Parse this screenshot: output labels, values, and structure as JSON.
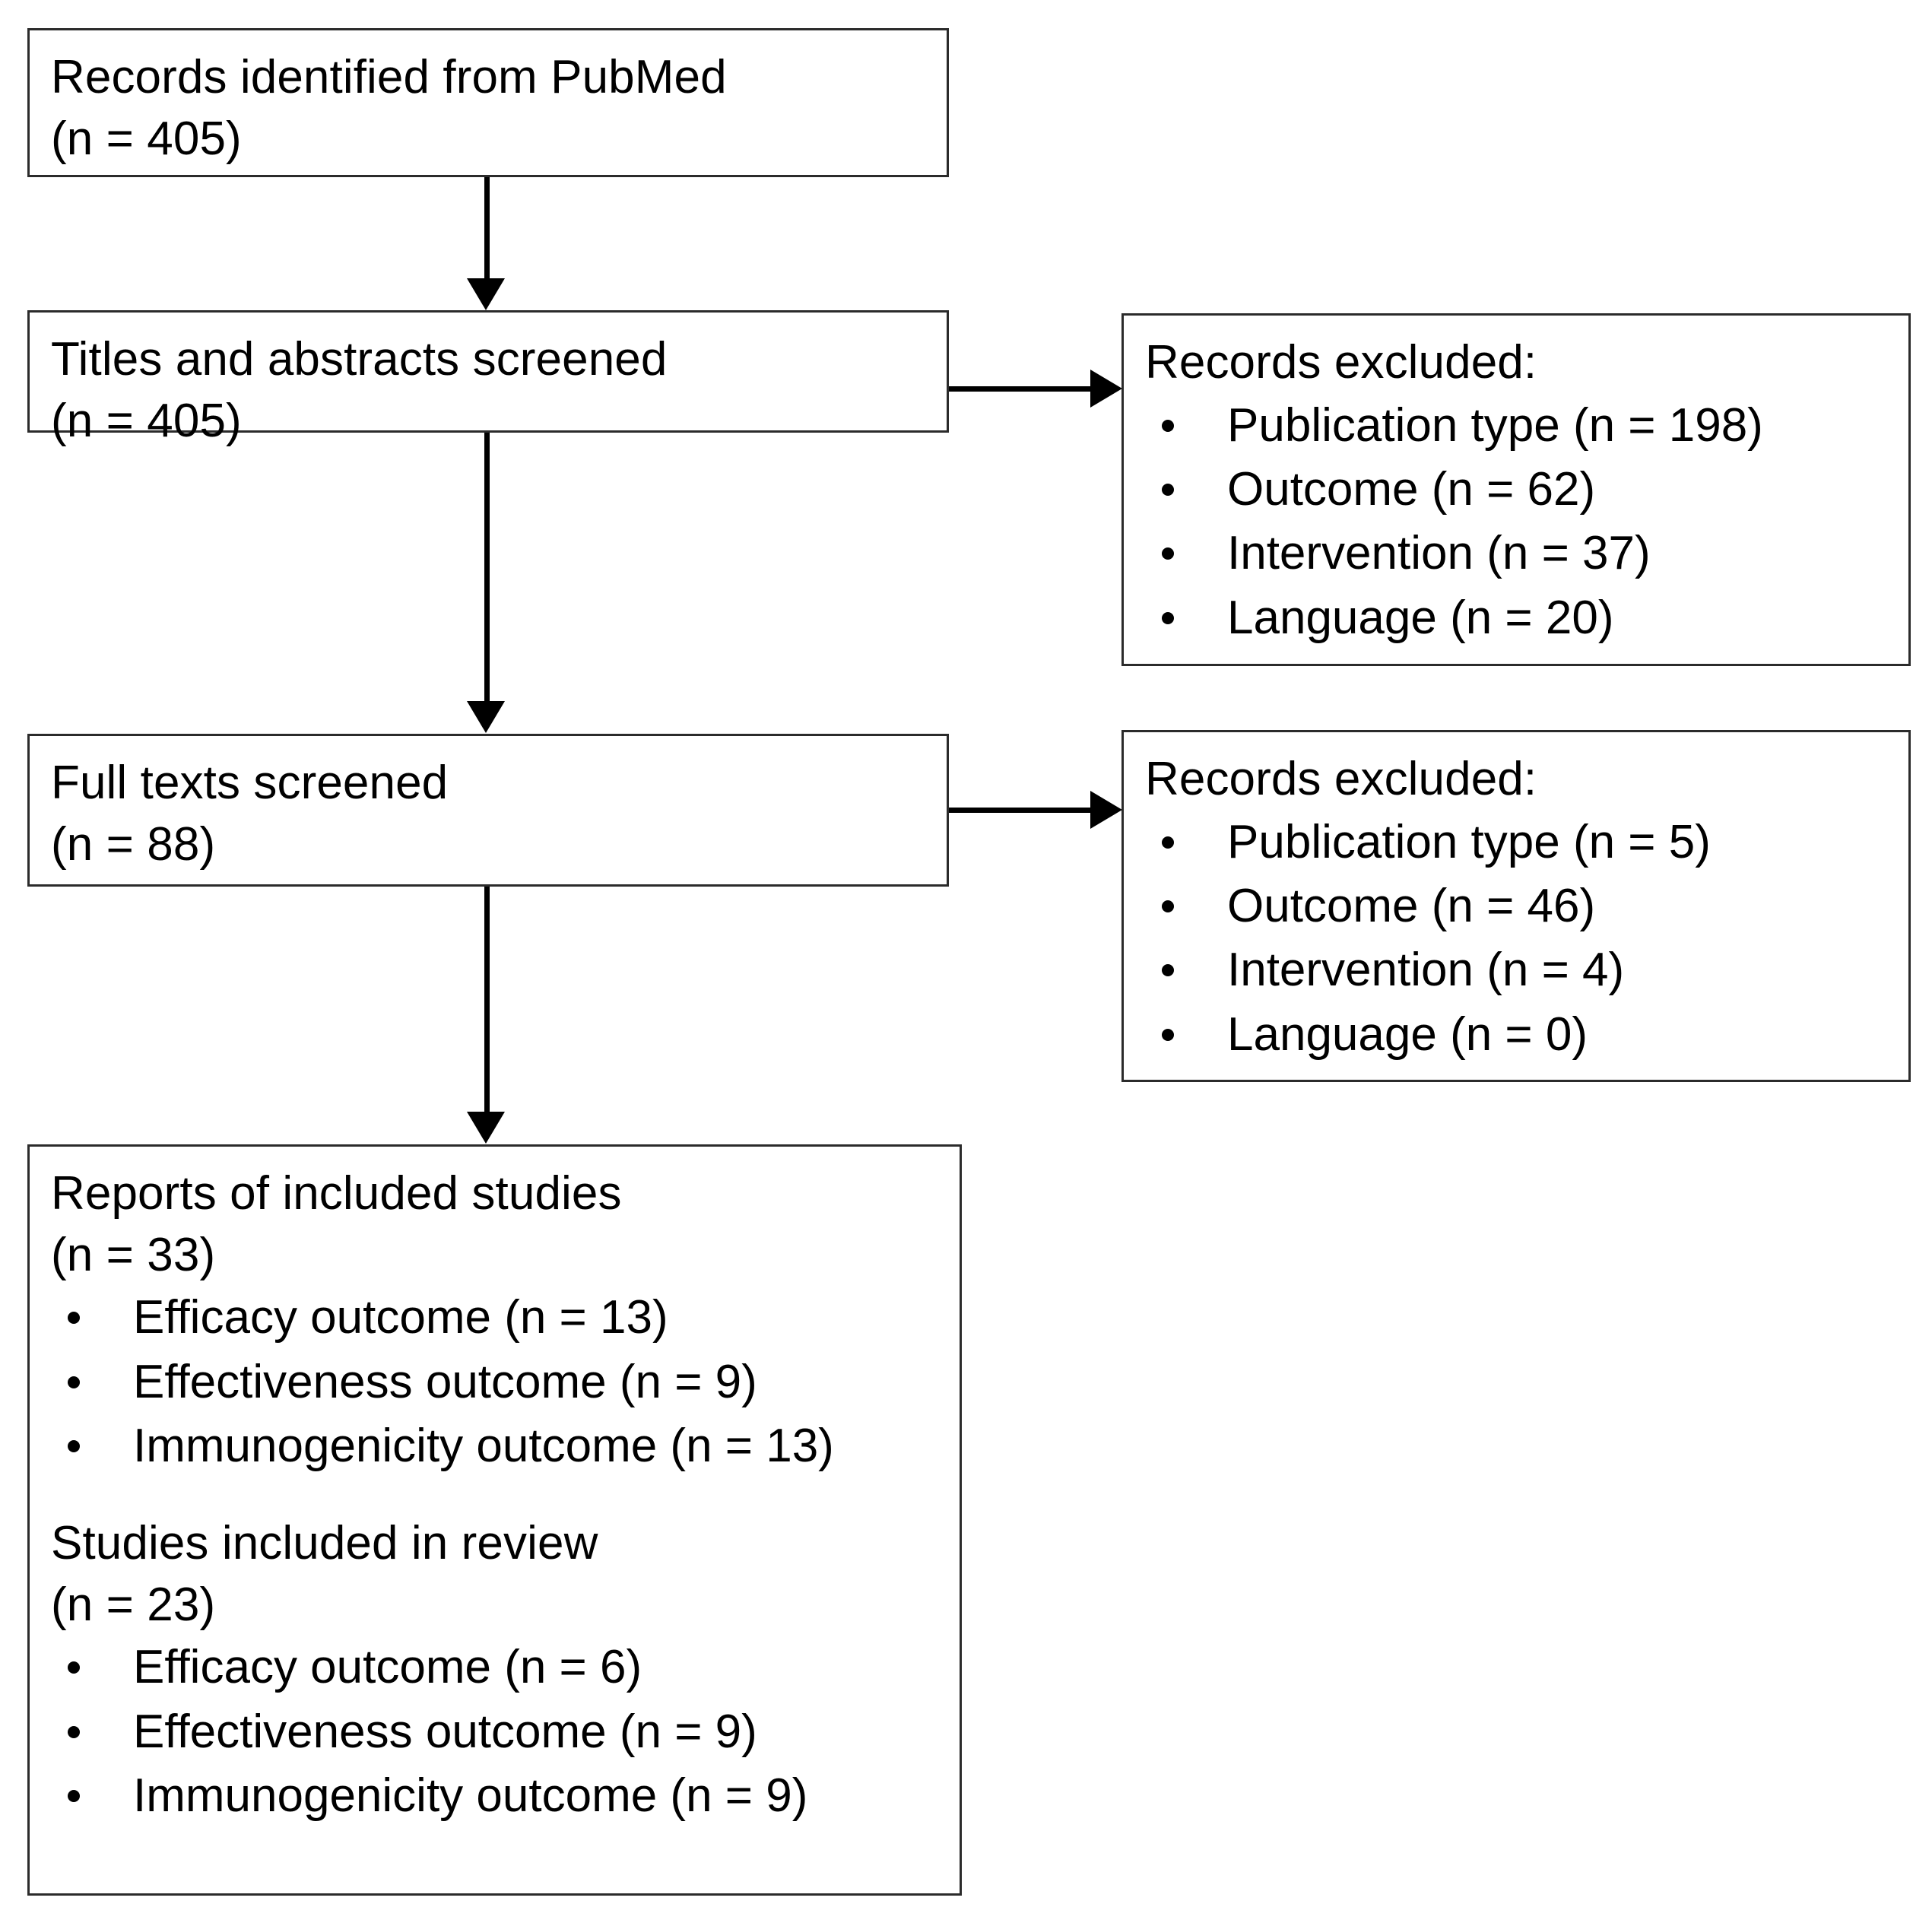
{
  "diagram": {
    "title": "PRISMA study selection flow diagram",
    "type": "flowchart",
    "line_color": "#000000",
    "box_border_color": "#2b2b2b",
    "background": "#ffffff"
  },
  "nodes": {
    "identified": {
      "name": "records-identified",
      "line1": "Records identified from PubMed",
      "line2": "(n = 405)",
      "count": 405
    },
    "screened_titles": {
      "name": "titles-and-abstracts-screened",
      "line1": "Titles and abstracts screened",
      "line2": "(n = 405)",
      "count": 405
    },
    "screened_fulltext": {
      "name": "full-texts-screened",
      "line1": "Full texts screened",
      "line2": "(n = 88)",
      "count": 88
    },
    "excluded_titles": {
      "name": "records-excluded-after-title-abstract-screening",
      "heading": "Records excluded:",
      "items": [
        "Publication type (n = 198)",
        "Outcome (n = 62)",
        "Intervention (n = 37)",
        "Language (n = 20)"
      ],
      "values": {
        "publication_type": 198,
        "outcome": 62,
        "intervention": 37,
        "language": 20
      }
    },
    "excluded_fulltext": {
      "name": "records-excluded-after-full-text-screening",
      "heading": "Records excluded:",
      "items": [
        "Publication type (n = 5)",
        "Outcome (n = 46)",
        "Intervention (n = 4)",
        "Language (n = 0)"
      ],
      "values": {
        "publication_type": 5,
        "outcome": 46,
        "intervention": 4,
        "language": 0
      }
    },
    "included": {
      "name": "included-studies",
      "reports_line1": "Reports of included studies",
      "reports_line2": "(n = 33)",
      "reports_count": 33,
      "reports_items": [
        "Efficacy outcome (n = 13)",
        "Effectiveness outcome (n = 9)",
        "Immunogenicity outcome (n = 13)"
      ],
      "reports_values": {
        "efficacy": 13,
        "effectiveness": 9,
        "immunogenicity": 13
      },
      "studies_line1": "Studies included in review",
      "studies_line2": "(n = 23)",
      "studies_count": 23,
      "studies_items": [
        "Efficacy outcome (n = 6)",
        "Effectiveness outcome (n = 9)",
        "Immunogenicity outcome (n = 9)"
      ],
      "studies_values": {
        "efficacy": 6,
        "effectiveness": 9,
        "immunogenicity": 9
      }
    }
  },
  "connectors": [
    {
      "name": "identified-to-titles",
      "from": "identified",
      "to": "screened_titles",
      "direction": "down"
    },
    {
      "name": "titles-to-fulltext",
      "from": "screened_titles",
      "to": "screened_fulltext",
      "direction": "down"
    },
    {
      "name": "fulltext-to-included",
      "from": "screened_fulltext",
      "to": "included",
      "direction": "down"
    },
    {
      "name": "titles-to-excluded",
      "from": "screened_titles",
      "to": "excluded_titles",
      "direction": "right"
    },
    {
      "name": "fulltext-to-excluded",
      "from": "screened_fulltext",
      "to": "excluded_fulltext",
      "direction": "right"
    }
  ]
}
